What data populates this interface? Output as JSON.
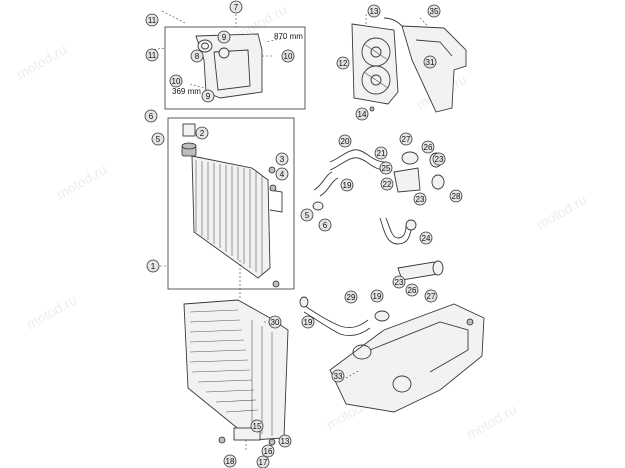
{
  "watermark": "motod.ru",
  "dimensions": {
    "hose_long": "870 mm",
    "hose_short": "369 mm"
  },
  "callouts": {
    "c1": "1",
    "c2": "2",
    "c3": "3",
    "c4": "4",
    "c5a": "5",
    "c5b": "5",
    "c6a": "6",
    "c6b": "6",
    "c7": "7",
    "c8": "8",
    "c9a": "9",
    "c9b": "9",
    "c10a": "10",
    "c10b": "10",
    "c11a": "11",
    "c11b": "11",
    "c12": "12",
    "c13a": "13",
    "c13b": "13",
    "c14": "14",
    "c15": "15",
    "c16": "16",
    "c17": "17",
    "c18": "18",
    "c19a": "19",
    "c19b": "19",
    "c19c": "19",
    "c20": "20",
    "c21": "21",
    "c22": "22",
    "c23a": "23",
    "c23b": "23",
    "c23c": "23",
    "c24": "24",
    "c25": "25",
    "c26a": "26",
    "c26b": "26",
    "c27a": "27",
    "c27b": "27",
    "c28": "28",
    "c29": "29",
    "c30": "30",
    "c31": "31",
    "c33": "33",
    "c35": "35"
  }
}
